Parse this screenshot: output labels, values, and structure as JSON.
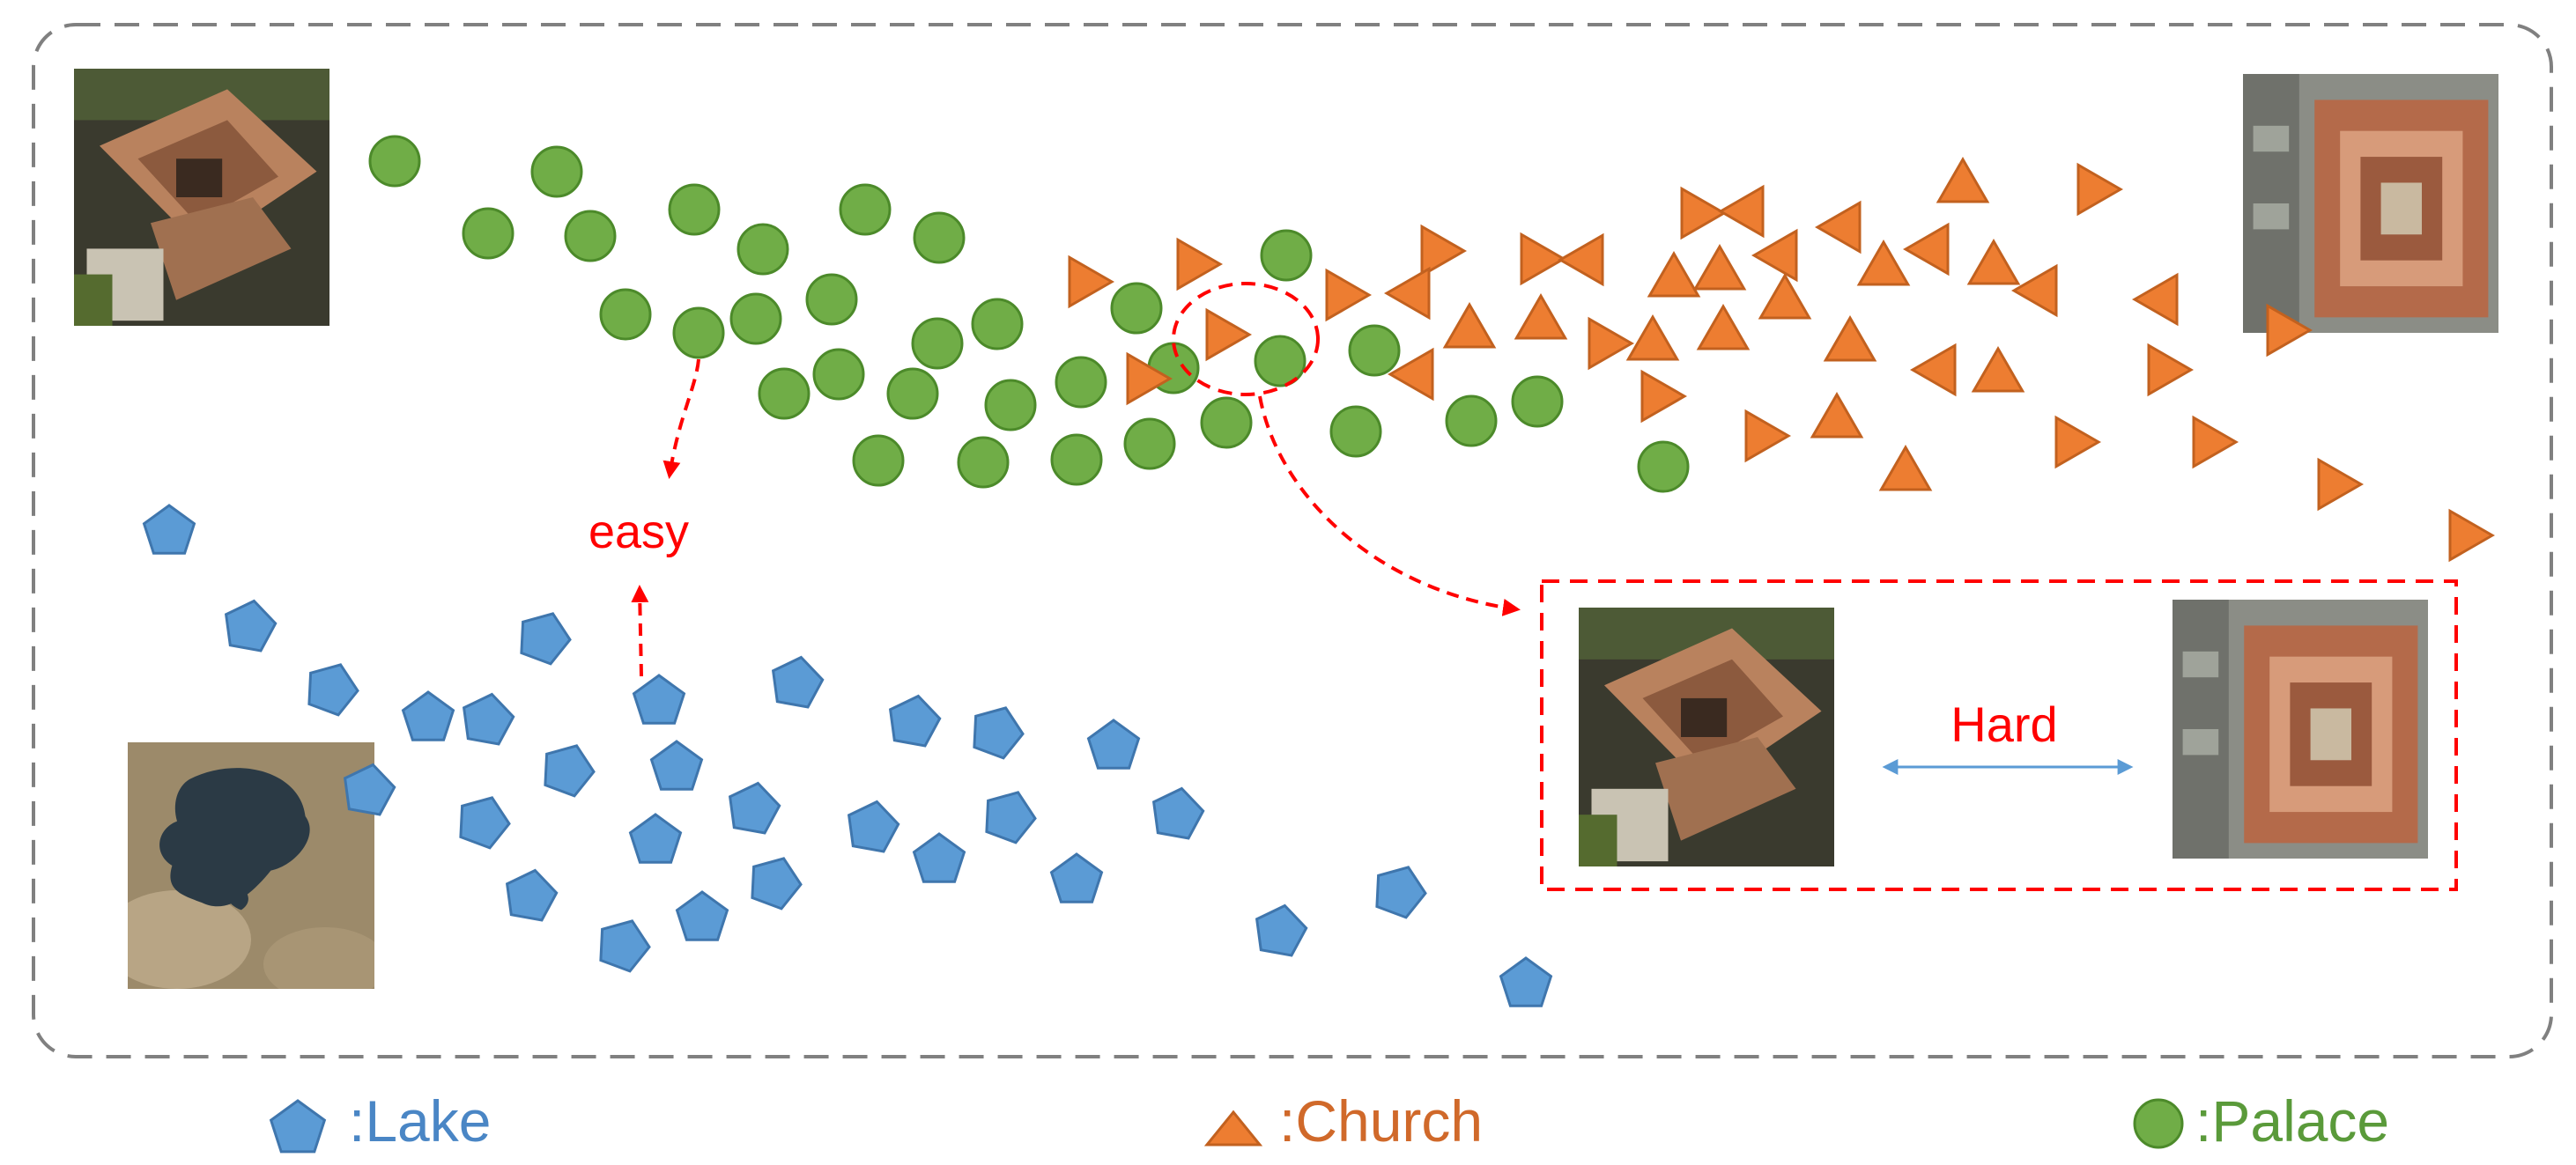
{
  "colors": {
    "lake": "#5b9bd5",
    "lake_stroke": "#3f76ad",
    "church": "#ed7d31",
    "church_stroke": "#c2611f",
    "palace": "#70ad47",
    "palace_stroke": "#4c8a2a",
    "accent": "#ff0000",
    "hard_arrow": "#5b9bd5",
    "frame": "#808080"
  },
  "annotations": {
    "easy": "easy",
    "hard": "Hard"
  },
  "legend": {
    "lake": ":Lake",
    "church": ":Church",
    "palace": ":Palace"
  },
  "icons": {
    "lake": "pentagon",
    "church": "triangle",
    "palace": "circle"
  }
}
